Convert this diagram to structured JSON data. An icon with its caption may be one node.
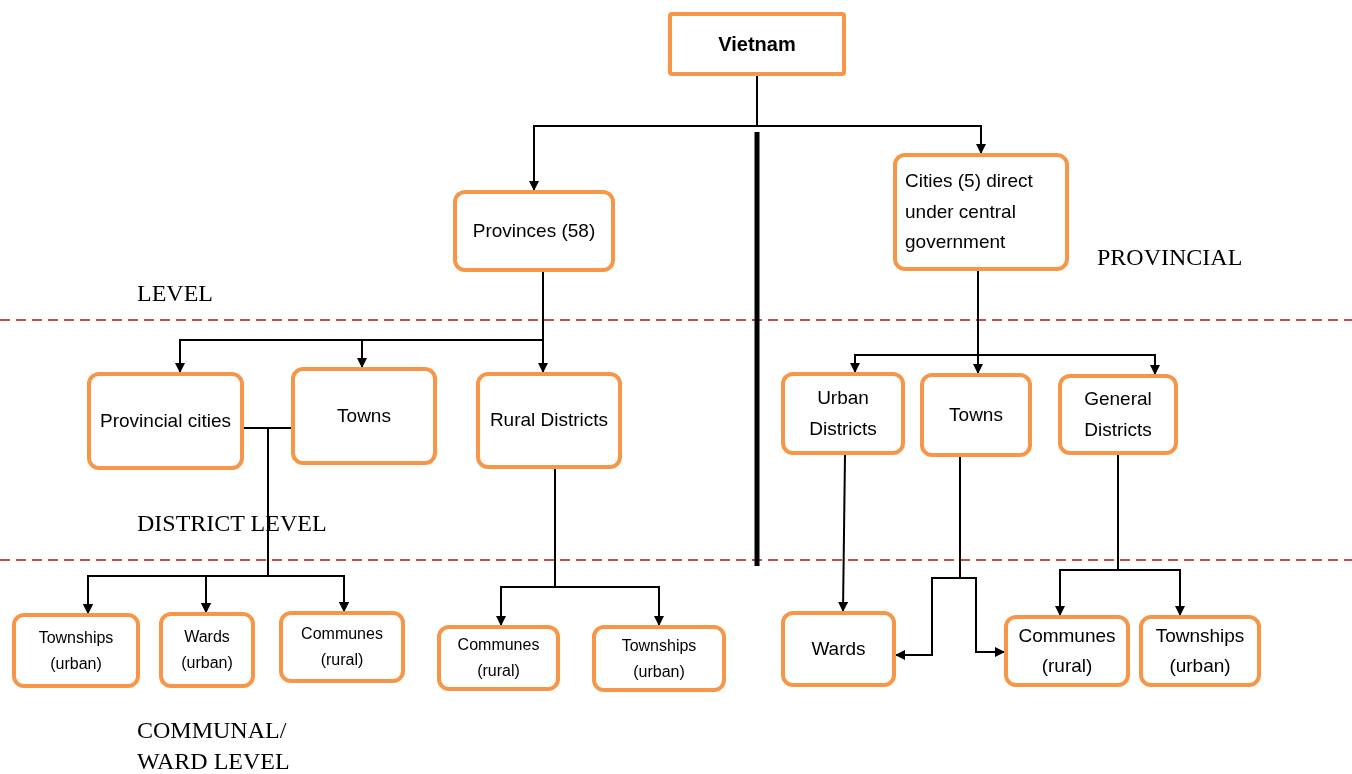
{
  "diagram": {
    "nodes": [
      {
        "text": [
          "Vietnam"
        ]
      },
      {
        "text": [
          "Provinces (58)"
        ]
      },
      {
        "text": [
          "Cities (5) direct under central government"
        ]
      },
      {
        "text": [
          "Provincial cities"
        ]
      },
      {
        "text": [
          "Towns"
        ]
      },
      {
        "text": [
          "Rural Districts"
        ]
      },
      {
        "text": [
          "Urban Districts"
        ]
      },
      {
        "text": [
          "Towns"
        ]
      },
      {
        "text": [
          "General Districts"
        ]
      },
      {
        "text": [
          "Townships (urban)"
        ]
      },
      {
        "text": [
          "Wards (urban)"
        ]
      },
      {
        "text": [
          "Communes (rural)"
        ]
      },
      {
        "text": [
          "Communes (rural)"
        ]
      },
      {
        "text": [
          "Townships (urban)"
        ]
      },
      {
        "text": [
          "Wards"
        ]
      },
      {
        "text": [
          "Communes (rural)"
        ]
      },
      {
        "text": [
          "Townships (urban)"
        ]
      }
    ],
    "edges": [
      {
        "from": 0,
        "to": 1,
        "arrow": "to"
      },
      {
        "from": 0,
        "to": 2,
        "arrow": "to"
      },
      {
        "from": 1,
        "to": 3,
        "arrow": "to"
      },
      {
        "from": 1,
        "to": 4,
        "arrow": "to"
      },
      {
        "from": 1,
        "to": 5,
        "arrow": "to"
      },
      {
        "from": 2,
        "to": 6,
        "arrow": "to"
      },
      {
        "from": 2,
        "to": 7,
        "arrow": "to"
      },
      {
        "from": 2,
        "to": 8,
        "arrow": "to"
      },
      {
        "from": 3,
        "to": 9,
        "arrow": "to"
      },
      {
        "from": 3,
        "to": 10,
        "arrow": "to"
      },
      {
        "from": 3,
        "to": 11,
        "arrow": "to"
      },
      {
        "from": 4,
        "to": 9,
        "arrow": "to"
      },
      {
        "from": 4,
        "to": 10,
        "arrow": "to"
      },
      {
        "from": 4,
        "to": 11,
        "arrow": "to"
      },
      {
        "from": 5,
        "to": 12,
        "arrow": "to"
      },
      {
        "from": 5,
        "to": 13,
        "arrow": "to"
      },
      {
        "from": 6,
        "to": 14,
        "arrow": "to"
      },
      {
        "from": 7,
        "to": 14,
        "arrow": "to"
      },
      {
        "from": 7,
        "to": 15,
        "arrow": "to"
      },
      {
        "from": 8,
        "to": 15,
        "arrow": "to"
      },
      {
        "from": 8,
        "to": 16,
        "arrow": "to"
      }
    ],
    "labels": [
      "PROVINCIAL",
      "LEVEL",
      "DISTRICT LEVEL",
      "COMMUNAL/ WARD LEVEL"
    ]
  }
}
